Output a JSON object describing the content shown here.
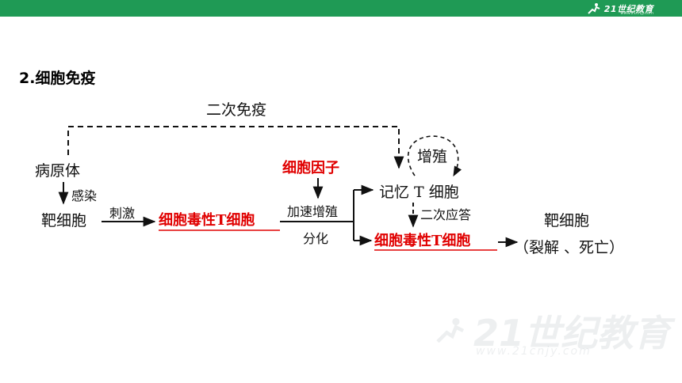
{
  "header": {
    "brand": "21世纪教育",
    "brand_sub": "www.21cnjy.com"
  },
  "section_title": "2.细胞免疫",
  "diagram": {
    "secondary_immunity": "二次免疫",
    "pathogen": "病原体",
    "infect": "感染",
    "target_cell_1": "靶细胞",
    "stimulate": "刺激",
    "cytotoxic_t_1": "细胞毒性T细胞",
    "cytokine": "细胞因子",
    "accelerate_proliferation": "加速增殖",
    "differentiation": "分化",
    "memory_t": "记忆 T 细胞",
    "proliferation": "增殖",
    "secondary_response": "二次应答",
    "cytotoxic_t_2": "细胞毒性T细胞",
    "target_cell_2": "靶细胞",
    "lysis_death": "（裂解 、死亡）"
  },
  "watermark": {
    "text": "21世纪教育",
    "url": "www.21cnjy.com"
  },
  "colors": {
    "header": "#1f9a55",
    "highlight": "#e00000"
  }
}
